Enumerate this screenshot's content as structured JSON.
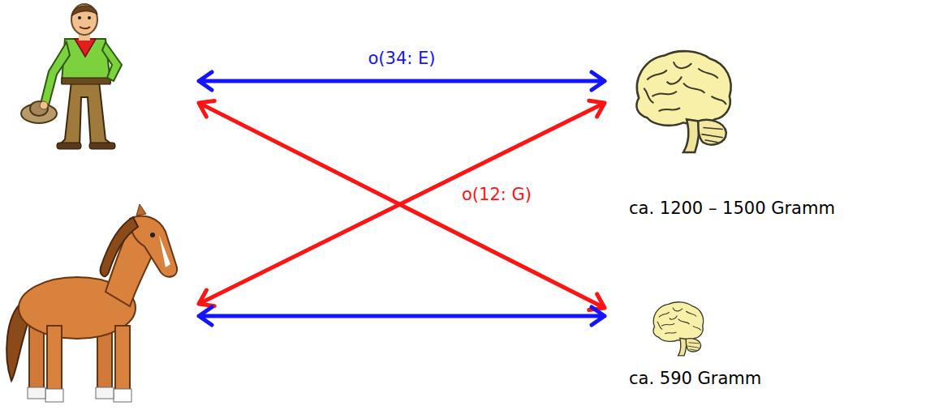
{
  "diagram": {
    "nodes": [
      {
        "text": []
      },
      {
        "text": [
          "ca. 1200 – 1500 Gramm"
        ]
      },
      {
        "text": []
      },
      {
        "text": [
          "ca. 590 Gramm"
        ]
      }
    ],
    "edges": [
      {
        "from": 0,
        "to": 1,
        "arrow": "both",
        "label": "o(34: E)"
      },
      {
        "from": 2,
        "to": 1,
        "arrow": "both",
        "label": "o(12: G)"
      },
      {
        "from": 0,
        "to": 3,
        "arrow": "both"
      },
      {
        "from": 2,
        "to": 3,
        "arrow": "both"
      }
    ]
  }
}
